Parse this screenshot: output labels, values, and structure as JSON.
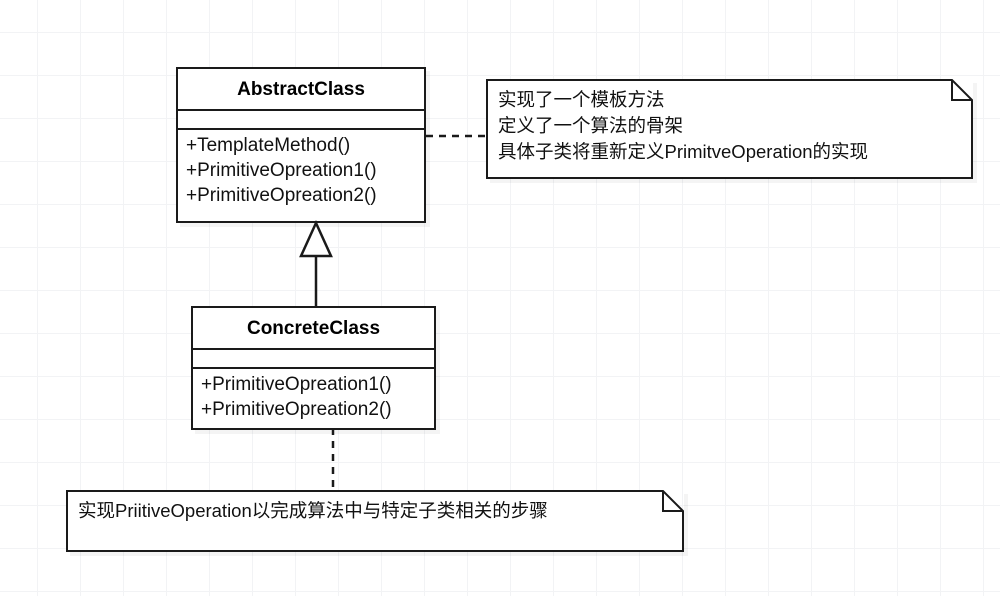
{
  "diagram": {
    "title": "Template Method Pattern UML Class Diagram",
    "background": "#ffffff",
    "grid_color": "#f2f3f5",
    "stroke_color": "#1a1a1a"
  },
  "classes": [
    {
      "id": "abstract-class",
      "name": "AbstractClass",
      "attributes": [],
      "operations": [
        "+TemplateMethod()",
        "+PrimitiveOpreation1()",
        "+PrimitiveOpreation2()"
      ]
    },
    {
      "id": "concrete-class",
      "name": "ConcreteClass",
      "attributes": [],
      "operations": [
        "+PrimitiveOpreation1()",
        "+PrimitiveOpreation2()"
      ]
    }
  ],
  "notes": [
    {
      "id": "note-abstract",
      "lines": [
        "实现了一个模板方法",
        "定义了一个算法的骨架",
        "具体子类将重新定义PrimitveOperation的实现"
      ]
    },
    {
      "id": "note-concrete",
      "lines": [
        "实现PriitiveOperation以完成算法中与特定子类相关的步骤"
      ]
    }
  ],
  "connectors": [
    {
      "id": "generalization",
      "type": "generalization",
      "from": "concrete-class",
      "to": "abstract-class",
      "style": "solid-line-with-hollow-triangle"
    },
    {
      "id": "anchor-abstract-note",
      "type": "note-anchor",
      "from": "abstract-class",
      "to": "note-abstract",
      "style": "dashed"
    },
    {
      "id": "anchor-concrete-note",
      "type": "note-anchor",
      "from": "concrete-class",
      "to": "note-concrete",
      "style": "dashed"
    }
  ]
}
